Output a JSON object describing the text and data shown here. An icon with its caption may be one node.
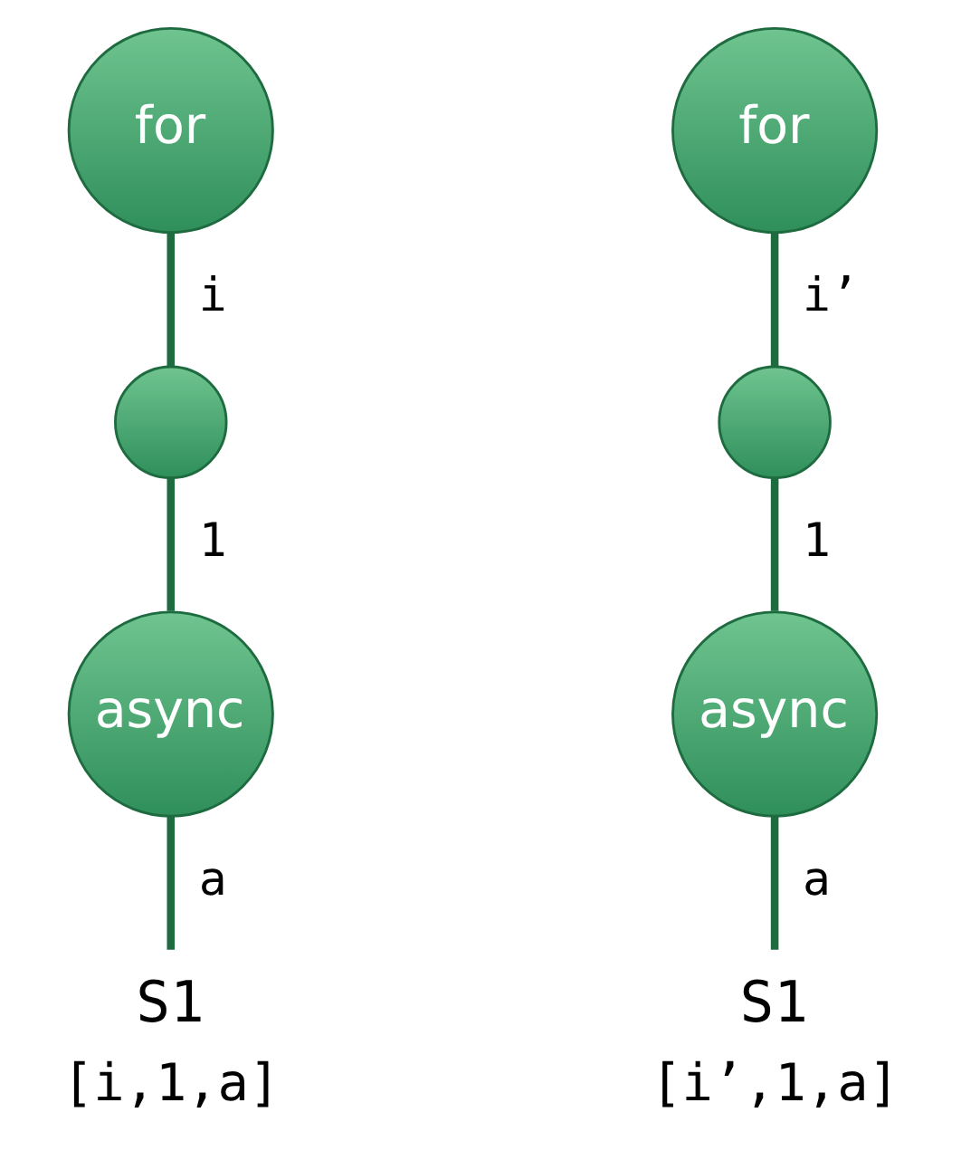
{
  "diagram": {
    "nodes": [
      {
        "text": [
          "for"
        ]
      },
      {
        "text": [],
        "shape": "circle"
      },
      {
        "text": [
          "async"
        ]
      },
      {
        "text": [
          "S1"
        ],
        "beside": [
          "[i,1,a]"
        ]
      },
      {
        "text": [
          "for"
        ]
      },
      {
        "text": [],
        "shape": "circle"
      },
      {
        "text": [
          "async"
        ]
      },
      {
        "text": [
          "S1"
        ],
        "beside": [
          "[i’,1,a]"
        ]
      }
    ],
    "edges": [
      {
        "from": 0,
        "to": 1,
        "arrow": "none",
        "label": "i"
      },
      {
        "from": 1,
        "to": 2,
        "arrow": "none",
        "label": "1"
      },
      {
        "from": 2,
        "to": 3,
        "arrow": "none",
        "label": "a"
      },
      {
        "from": 4,
        "to": 5,
        "arrow": "none",
        "label": "i’"
      },
      {
        "from": 5,
        "to": 6,
        "arrow": "none",
        "label": "1"
      },
      {
        "from": 6,
        "to": 7,
        "arrow": "none",
        "label": "a"
      }
    ]
  }
}
